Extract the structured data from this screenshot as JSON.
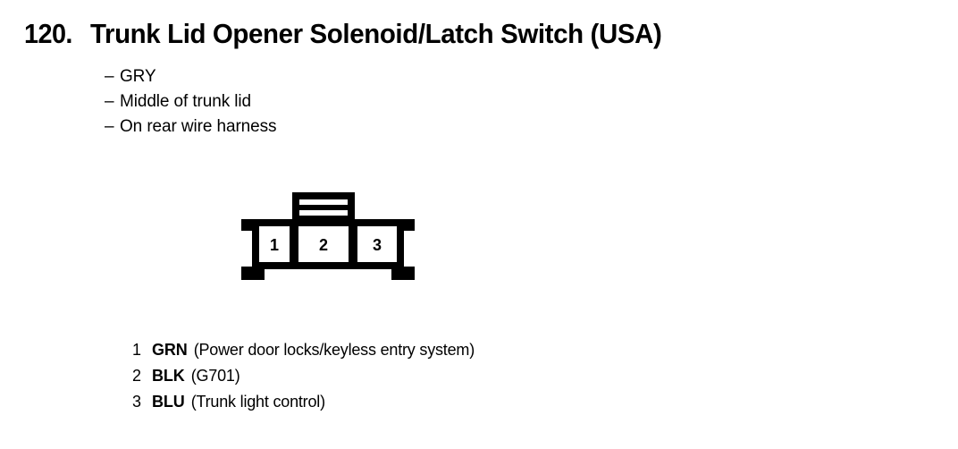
{
  "document": {
    "item_number": "120.",
    "title": "Trunk Lid Opener Solenoid/Latch Switch (USA)",
    "background_color": "#ffffff",
    "ink_color": "#000000"
  },
  "notes": {
    "dash": "–",
    "items": [
      {
        "label": "GRY"
      },
      {
        "label": "Middle of trunk lid"
      },
      {
        "label": "On rear wire harness"
      }
    ]
  },
  "connector": {
    "type": "3-pin connector",
    "orientation": "front view with locking tab on top",
    "tab_slots": 2,
    "pins": [
      {
        "number": "1"
      },
      {
        "number": "2"
      },
      {
        "number": "3"
      }
    ]
  },
  "legend": {
    "rows": [
      {
        "pin": "1",
        "wire_color": "GRN",
        "description": "(Power door locks/keyless entry system)"
      },
      {
        "pin": "2",
        "wire_color": "BLK",
        "description": "(G701)"
      },
      {
        "pin": "3",
        "wire_color": "BLU",
        "description": "(Trunk light control)"
      }
    ]
  }
}
